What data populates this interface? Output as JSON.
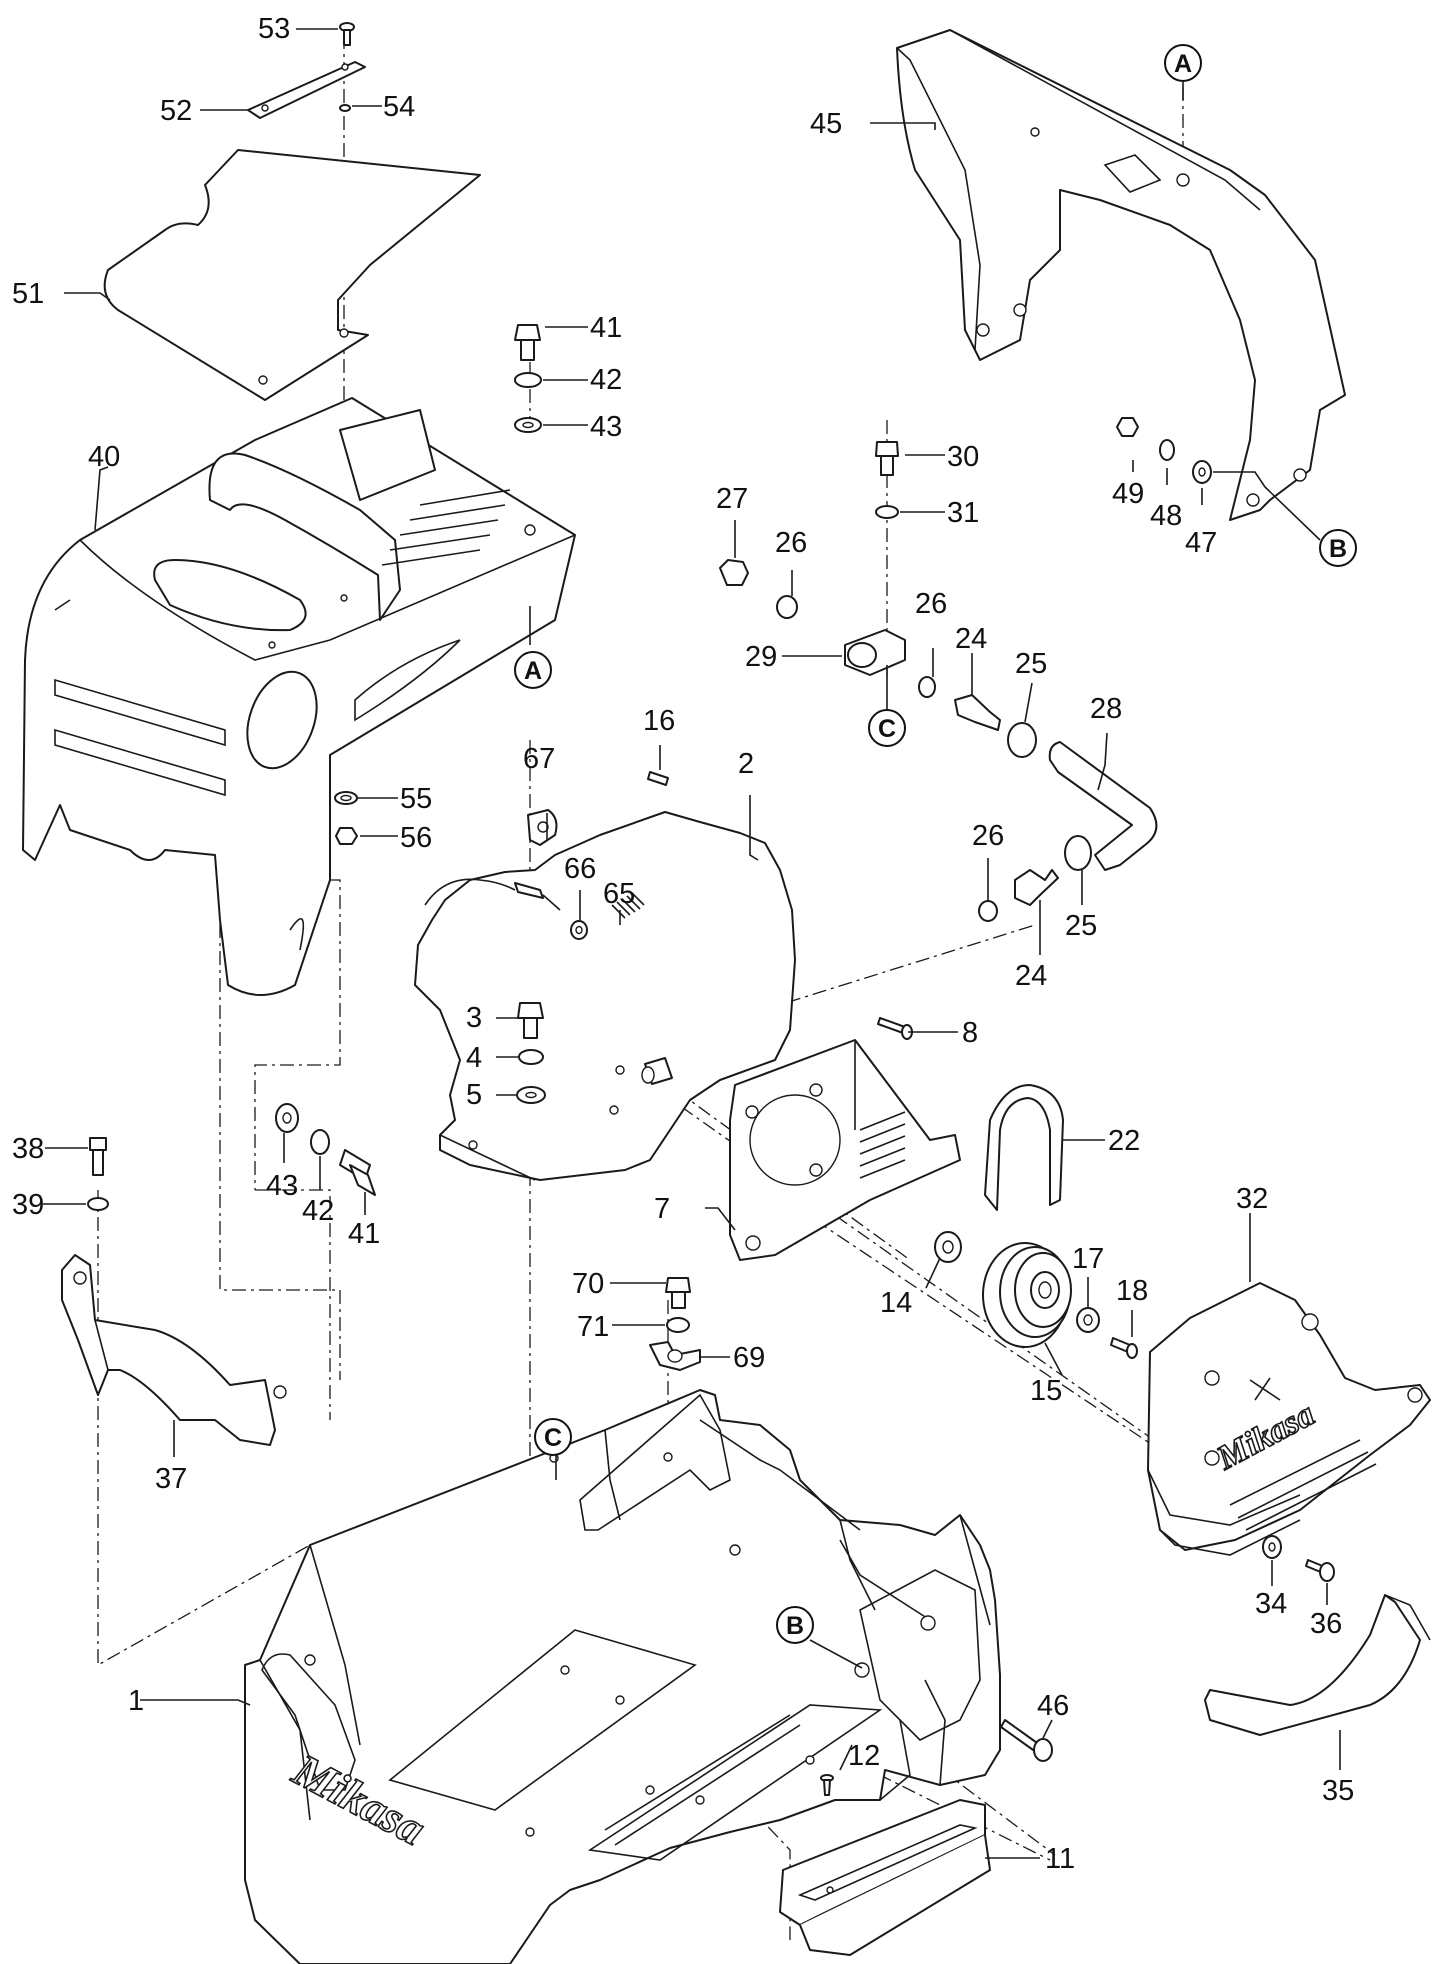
{
  "part_numbers": {
    "p1": "1",
    "p2": "2",
    "p3": "3",
    "p4": "4",
    "p5": "5",
    "p7": "7",
    "p8": "8",
    "p11": "11",
    "p12": "12",
    "p14": "14",
    "p15": "15",
    "p16": "16",
    "p17": "17",
    "p18": "18",
    "p22": "22",
    "p24a": "24",
    "p24b": "24",
    "p25a": "25",
    "p25b": "25",
    "p26a": "26",
    "p26b": "26",
    "p26c": "26",
    "p27": "27",
    "p28": "28",
    "p29": "29",
    "p30": "30",
    "p31": "31",
    "p32": "32",
    "p34": "34",
    "p35": "35",
    "p36": "36",
    "p37": "37",
    "p38": "38",
    "p39": "39",
    "p40": "40",
    "p41a": "41",
    "p41b": "41",
    "p42a": "42",
    "p42b": "42",
    "p43a": "43",
    "p43b": "43",
    "p45": "45",
    "p46": "46",
    "p47": "47",
    "p48": "48",
    "p49": "49",
    "p51": "51",
    "p52": "52",
    "p53": "53",
    "p54": "54",
    "p55": "55",
    "p56": "56",
    "p65": "65",
    "p66": "66",
    "p67": "67",
    "p69": "69",
    "p70": "70",
    "p71": "71"
  },
  "references": {
    "ref_a_top": "A",
    "ref_a_cover": "A",
    "ref_b_bracket": "B",
    "ref_b_frame": "B",
    "ref_c_clamp": "C",
    "ref_c_frame": "C"
  },
  "branding": {
    "belt_cover_logo": "Mikasa",
    "frame_logo": "Mikasa"
  }
}
